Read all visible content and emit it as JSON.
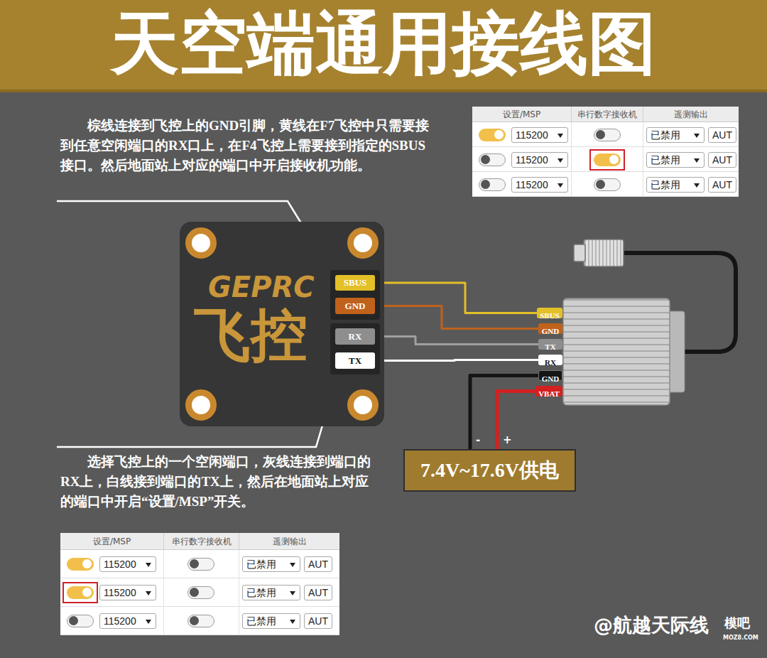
{
  "diagram": {
    "title": "天空端通用接线图",
    "nodes": [
      {
        "text": [
          "GEPRC",
          "飞控"
        ]
      },
      {
        "text": [
          "SBUS"
        ],
        "in": 0
      },
      {
        "text": [
          "GND"
        ],
        "in": 0
      },
      {
        "text": [
          "RX"
        ],
        "in": 0
      },
      {
        "text": [
          "TX"
        ],
        "in": 0
      },
      {
        "text": [
          "SBUS"
        ]
      },
      {
        "text": [
          "GND"
        ]
      },
      {
        "text": [
          "TX"
        ]
      },
      {
        "text": [
          "RX"
        ]
      },
      {
        "text": [
          "GND"
        ]
      },
      {
        "text": [
          "VBAT"
        ]
      },
      {
        "text": [
          "7.4V~17.6V供电"
        ]
      }
    ],
    "edges": [
      {
        "from": 1,
        "to": 5,
        "arrow": "none"
      },
      {
        "from": 2,
        "to": 6,
        "arrow": "none"
      },
      {
        "from": 3,
        "to": 7,
        "arrow": "none"
      },
      {
        "from": 4,
        "to": 8,
        "arrow": "none"
      },
      {
        "from": 9,
        "to": 11,
        "label": "-",
        "arrow": "none"
      },
      {
        "from": 10,
        "to": 11,
        "label": "+",
        "arrow": "none"
      }
    ],
    "labels": [
      "棕线连接到飞控上的GND引脚，黄线在F7飞控中只需要接到任意空闲端口的RX口上，在F4飞控上需要接到指定的SBUS接口。然后地面站上对应的端口中开启接收机功能。",
      "设置/MSP",
      "串行数字接收机",
      "遥测输出",
      "115200",
      "已禁用",
      "AUT",
      "115200",
      "已禁用",
      "AUT",
      "115200",
      "已禁用",
      "AUT",
      "选择飞控上的一个空闲端口，灰线连接到端口的RX上，白线接到端口的TX上，然后在地面站上对应的端口中开启“设置/MSP”开关。",
      "设置/MSP",
      "串行数字接收机",
      "遥测输出",
      "115200",
      "已禁用",
      "AUT",
      "115200",
      "已禁用",
      "AUT",
      "115200",
      "已禁用",
      "AUT",
      "@航越天际线",
      "模吧",
      "MOZ8.COM"
    ]
  }
}
